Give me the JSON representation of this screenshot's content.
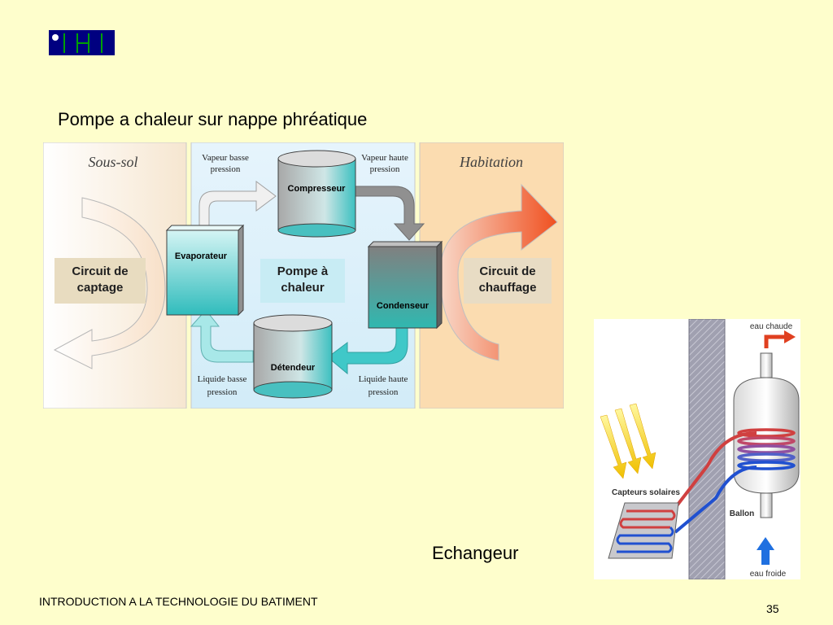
{
  "slide": {
    "title": "Pompe a chaleur sur nappe phréatique",
    "caption": "Echangeur",
    "footer": "INTRODUCTION A LA TECHNOLOGIE DU BATIMENT",
    "page_number": "35"
  },
  "heat_pump": {
    "left_zone": "Sous-sol",
    "right_zone": "Habitation",
    "circuit_left": [
      "Circuit de",
      "captage"
    ],
    "circuit_right": [
      "Circuit de",
      "chauffage"
    ],
    "center": [
      "Pompe à",
      "chaleur"
    ],
    "evaporateur": "Evaporateur",
    "compresseur": "Compresseur",
    "condenseur": "Condenseur",
    "detendeur": "Détendeur",
    "vapeur_basse": [
      "Vapeur basse",
      "pression"
    ],
    "vapeur_haute": [
      "Vapeur haute",
      "pression"
    ],
    "liquide_basse": [
      "Liquide basse",
      "pression"
    ],
    "liquide_haute": [
      "Liquide haute",
      "pression"
    ]
  },
  "solar": {
    "eau_chaude": "eau chaude",
    "eau_froide": "eau froide",
    "capteurs": "Capteurs solaires",
    "ballon": "Ballon"
  },
  "colors": {
    "background": "#fefecc",
    "logo": "#000080",
    "cyan": "#40c8c8",
    "hot": "#e04020",
    "cold": "#2050d0"
  }
}
